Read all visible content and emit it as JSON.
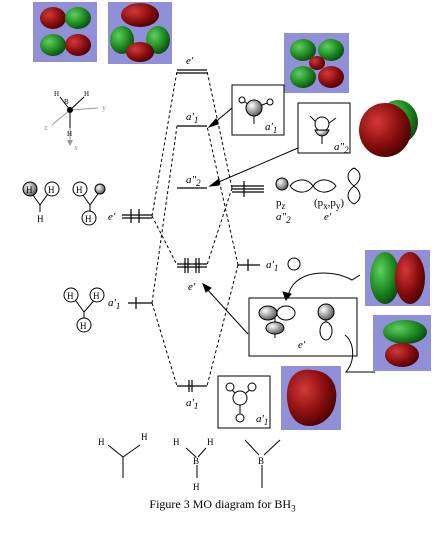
{
  "caption": "Figure 3 MO diagram for BH",
  "caption_sub": "3",
  "colors": {
    "orbital_bg": "#8f90d8",
    "lobe_red": "#8b0e0e",
    "lobe_green": "#1f8a22",
    "line": "#000000"
  },
  "labels": {
    "e_prime_top": "e'",
    "a1p_upper": "a'",
    "a1p_upper_sub": "1",
    "a2pp": "a\"",
    "a2pp_sub": "2",
    "e_prime_mid": "e'",
    "a1p_lower": "a'",
    "a1p_lower_sub": "1",
    "h3_e": "e'",
    "h3_a1": "a'",
    "h3_a1_sub": "1",
    "b_a1": "a'",
    "b_a1_sub": "1",
    "pz": "p",
    "pz_sub": "z",
    "pz_sym": "a\"",
    "pz_sym_sub": "2",
    "pxpy": "(p",
    "pxpy_sub1": "x",
    "pxpy_mid": ",p",
    "pxpy_sub2": "y",
    "pxpy_end": ")",
    "pxpy_sym": "e'",
    "box_a1_top": "a'",
    "box_a1_top_sub": "1",
    "box_a2_top": "a\"",
    "box_a2_top_sub": "2",
    "box_e": "e'",
    "box_a1_bottom": "a'",
    "box_a1_bottom_sub": "1"
  },
  "atoms": {
    "boron": "B",
    "hydrogen": "H"
  },
  "axes": {
    "x": "x",
    "y": "y",
    "z": "z"
  }
}
